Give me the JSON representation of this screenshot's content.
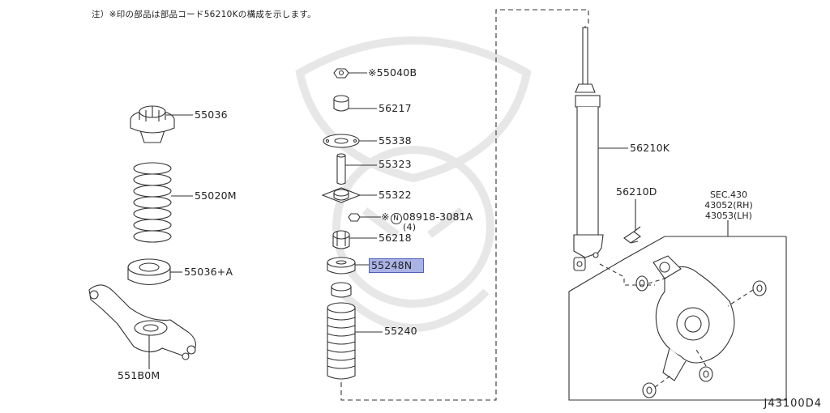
{
  "note": "注）※印の部品は部品コード56210Kの構成を示します。",
  "diagram_code": "J43100D4",
  "section_ref": {
    "line1": "SEC.430",
    "line2": "43052(RH)",
    "line3": "43053(LH)"
  },
  "parts": {
    "p55036": "55036",
    "p55020M": "55020M",
    "p55036A": "55036+A",
    "p551B0M": "551B0M",
    "p55040B": "※55040B",
    "p56217": "56217",
    "p55338": "55338",
    "p55323": "55323",
    "p55322": "55322",
    "p08918": "08918-3081A",
    "p08918_mark": "※",
    "p08918_n": "N",
    "p08918_qty": "(4)",
    "p56218": "56218",
    "p55248N": "55248N",
    "p55240": "55240",
    "p56210K": "56210K",
    "p56210D": "56210D"
  },
  "colors": {
    "highlight": "#aab3e6",
    "highlight_border": "#4f5fb8",
    "line": "#333333"
  }
}
